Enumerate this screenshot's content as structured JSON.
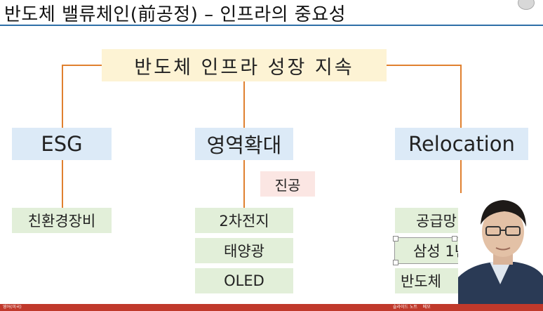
{
  "slide": {
    "title": "반도체 밸류체인(前공정) – 인프라의 중요성",
    "top_box": "반도체 인프라 성장 지속",
    "categories": {
      "esg": "ESG",
      "expansion": "영역확대",
      "relocation": "Relocation"
    },
    "expansion_tag": "진공",
    "esg_items": [
      "친환경장비"
    ],
    "expansion_items": [
      "2차전지",
      "태양광",
      "OLED"
    ],
    "relocation_items": [
      "공급망 ",
      "삼성 1년",
      "반도체 "
    ]
  },
  "status_bar": {
    "left_text": "영어(미국)",
    "notes_label": "슬라이드 노트",
    "memo_label": "메모"
  },
  "colors": {
    "title_rule": "#2e6fa8",
    "connector": "#e0802f",
    "top_box": "#fdf3d4",
    "category_box": "#dceaf7",
    "tag_box": "#fbe6e3",
    "item_box": "#e2efd9",
    "status_bar": "#c0392b"
  }
}
